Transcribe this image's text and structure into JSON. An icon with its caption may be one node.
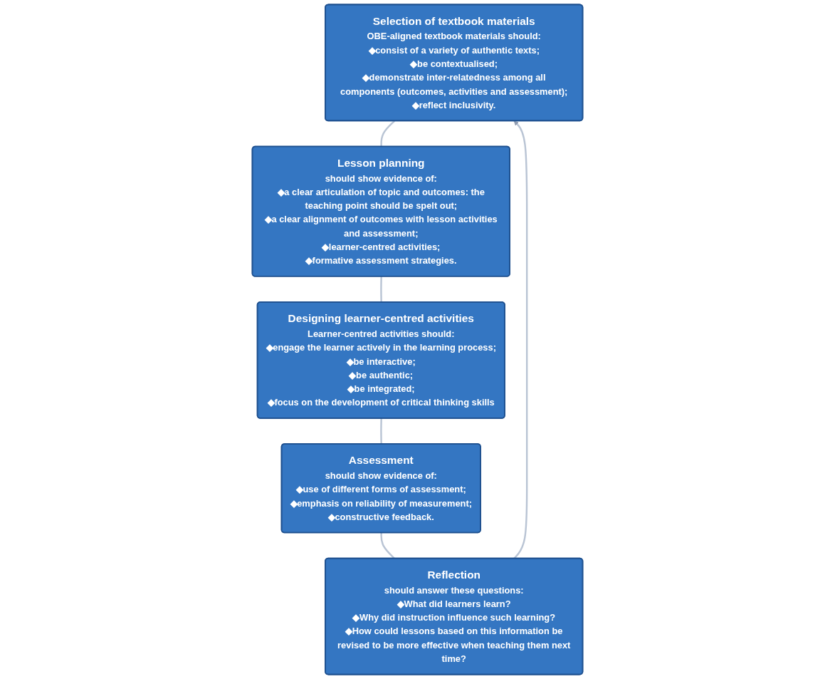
{
  "diagram": {
    "nodes": [
      {
        "text": [
          "Selection of textbook materials",
          "OBE-aligned textbook materials should:",
          "◆consist of a variety of authentic texts;",
          "◆be contextualised;",
          "◆demonstrate inter-relatedness among all components (outcomes, activities and assessment);",
          "◆reflect inclusivity."
        ]
      },
      {
        "text": [
          "Lesson planning",
          "should show evidence of:",
          "◆a clear articulation of topic and outcomes: the teaching point should be spelt out;",
          "◆a clear alignment of outcomes with lesson activities and assessment;",
          "◆learner-centred activities;",
          "◆formative assessment strategies."
        ]
      },
      {
        "text": [
          "Designing learner-centred activities",
          "Learner-centred activities should:",
          "◆engage the learner actively in the learning process;",
          "◆be interactive;",
          "◆be authentic;",
          "◆be integrated;",
          "◆focus on the development of critical thinking skills"
        ]
      },
      {
        "text": [
          "Assessment",
          "should show evidence of:",
          "◆use of different forms of assessment;",
          "◆emphasis on reliability of measurement;",
          "◆constructive feedback."
        ]
      },
      {
        "text": [
          "Reflection",
          "should answer these questions:",
          "◆What did learners learn?",
          "◆Why did instruction influence such learning?",
          "◆How could lessons based on this information be revised to be more effective when teaching them next time?"
        ]
      }
    ],
    "edges": [
      {
        "from": 0,
        "to": 1,
        "arrow": "none"
      },
      {
        "from": 1,
        "to": 2,
        "arrow": "none"
      },
      {
        "from": 2,
        "to": 3,
        "arrow": "none"
      },
      {
        "from": 3,
        "to": 4,
        "arrow": "none"
      },
      {
        "from": 4,
        "to": 0,
        "arrow": "to"
      }
    ]
  }
}
